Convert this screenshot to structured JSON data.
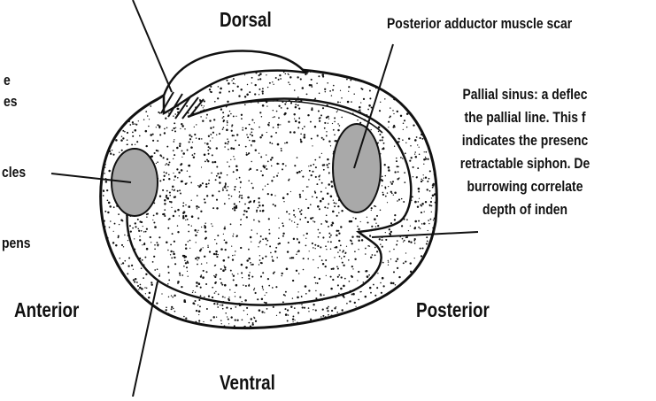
{
  "directions": {
    "dorsal": "Dorsal",
    "ventral": "Ventral",
    "anterior": "Anterior",
    "posterior": "Posterior"
  },
  "callouts": {
    "posterior_adductor": "Posterior adductor muscle scar",
    "left_partial_1": "e",
    "left_partial_2": "es",
    "left_partial_3": "cles",
    "left_partial_4": "pens"
  },
  "pallial_sinus": {
    "lines": [
      "Pallial sinus: a deflec",
      "the pallial line. This f",
      "indicates the presenc",
      "retractable siphon. De",
      "burrowing correlate",
      "depth of inden"
    ]
  },
  "colors": {
    "ink": "#111111",
    "muscle_scar": "#a9a9a9",
    "background": "#ffffff"
  }
}
